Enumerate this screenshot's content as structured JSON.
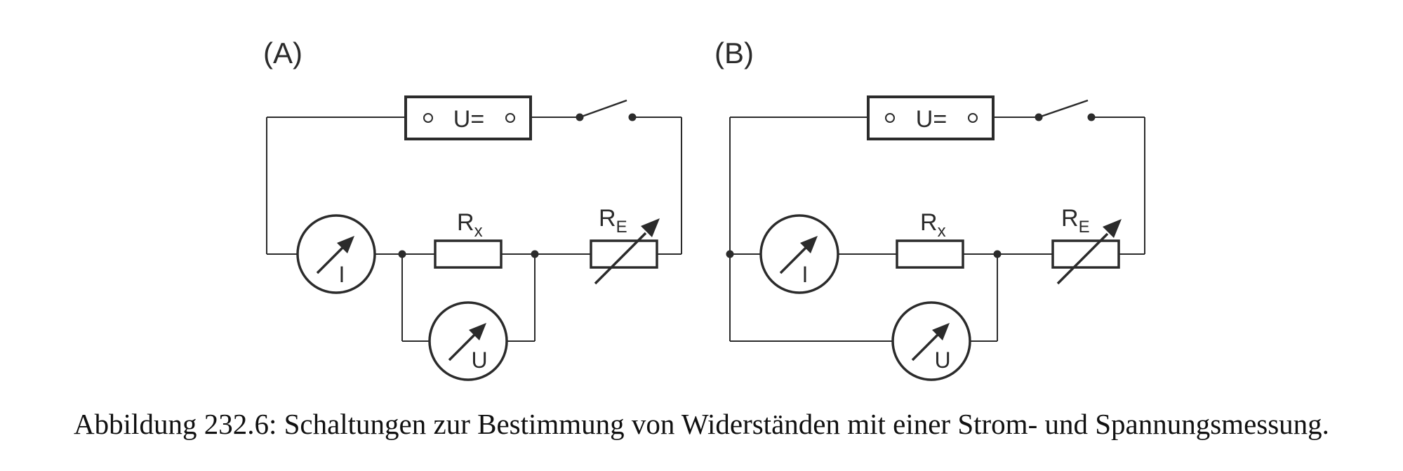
{
  "panels": [
    {
      "label": "(A)",
      "source_label": "U=",
      "resistor_label": "R",
      "resistor_sub": "x",
      "rheostat_label": "R",
      "rheostat_sub": "E",
      "ammeter_letter": "I",
      "voltmeter_letter": "U"
    },
    {
      "label": "(B)",
      "source_label": "U=",
      "resistor_label": "R",
      "resistor_sub": "x",
      "rheostat_label": "R",
      "rheostat_sub": "E",
      "ammeter_letter": "I",
      "voltmeter_letter": "U"
    }
  ],
  "caption": "Abbildung 232.6: Schaltungen zur Bestimmung von Widerständen mit einer Strom- und Spannungsmessung."
}
